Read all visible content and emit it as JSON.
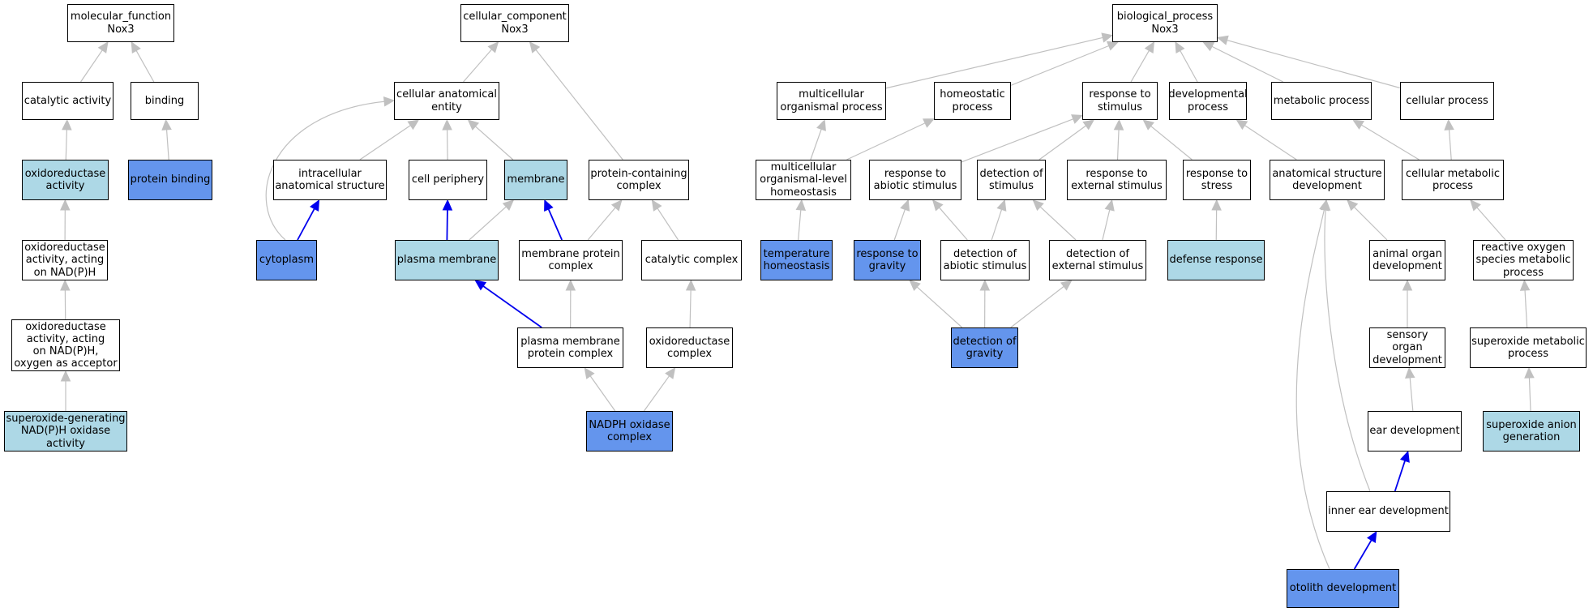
{
  "colors": {
    "default": "#ffffff",
    "light": "#add8e6",
    "blue": "#6495ed",
    "edge_gray": "#c0c0c0",
    "edge_blue": "#0000ee"
  },
  "nodes": [
    {
      "id": "mf",
      "label": "molecular_function\nNox3",
      "color": "default"
    },
    {
      "id": "catalytic",
      "label": "catalytic activity",
      "color": "default"
    },
    {
      "id": "binding",
      "label": "binding",
      "color": "default"
    },
    {
      "id": "oxred",
      "label": "oxidoreductase\nactivity",
      "color": "light"
    },
    {
      "id": "protbind",
      "label": "protein binding",
      "color": "blue"
    },
    {
      "id": "oxnadph",
      "label": "oxidoreductase\nactivity, acting\non NAD(P)H",
      "color": "default"
    },
    {
      "id": "oxnadph_o2",
      "label": "oxidoreductase\nactivity, acting\non NAD(P)H,\noxygen as acceptor",
      "color": "default"
    },
    {
      "id": "superoxgen",
      "label": "superoxide-generating\nNAD(P)H oxidase\nactivity",
      "color": "light"
    },
    {
      "id": "cc",
      "label": "cellular_component\nNox3",
      "color": "default"
    },
    {
      "id": "cae",
      "label": "cellular anatomical\nentity",
      "color": "default"
    },
    {
      "id": "intracell",
      "label": "intracellular\nanatomical structure",
      "color": "default"
    },
    {
      "id": "cellper",
      "label": "cell periphery",
      "color": "default"
    },
    {
      "id": "membrane",
      "label": "membrane",
      "color": "light"
    },
    {
      "id": "protcont",
      "label": "protein-containing\ncomplex",
      "color": "default"
    },
    {
      "id": "cytoplasm",
      "label": "cytoplasm",
      "color": "blue"
    },
    {
      "id": "plasmamem",
      "label": "plasma membrane",
      "color": "light"
    },
    {
      "id": "memprot",
      "label": "membrane protein\ncomplex",
      "color": "default"
    },
    {
      "id": "catcomplex",
      "label": "catalytic complex",
      "color": "default"
    },
    {
      "id": "pmprot",
      "label": "plasma membrane\nprotein complex",
      "color": "default"
    },
    {
      "id": "oxcomplex",
      "label": "oxidoreductase\ncomplex",
      "color": "default"
    },
    {
      "id": "nadph",
      "label": "NADPH oxidase\ncomplex",
      "color": "blue"
    },
    {
      "id": "bp",
      "label": "biological_process\nNox3",
      "color": "default"
    },
    {
      "id": "mcop",
      "label": "multicellular\norganismal process",
      "color": "default"
    },
    {
      "id": "homeo",
      "label": "homeostatic\nprocess",
      "color": "default"
    },
    {
      "id": "resp",
      "label": "response to\nstimulus",
      "color": "default"
    },
    {
      "id": "devproc",
      "label": "developmental\nprocess",
      "color": "default"
    },
    {
      "id": "metab",
      "label": "metabolic process",
      "color": "default"
    },
    {
      "id": "cellproc",
      "label": "cellular process",
      "color": "default"
    },
    {
      "id": "mcohomeo",
      "label": "multicellular\norganismal-level\nhomeostasis",
      "color": "default"
    },
    {
      "id": "abiotic",
      "label": "response to\nabiotic stimulus",
      "color": "default"
    },
    {
      "id": "detstim",
      "label": "detection of\nstimulus",
      "color": "default"
    },
    {
      "id": "extstim",
      "label": "response to\nexternal stimulus",
      "color": "default"
    },
    {
      "id": "stress",
      "label": "response to\nstress",
      "color": "default"
    },
    {
      "id": "asd",
      "label": "anatomical structure\ndevelopment",
      "color": "default"
    },
    {
      "id": "cmp",
      "label": "cellular metabolic\nprocess",
      "color": "default"
    },
    {
      "id": "temphomeo",
      "label": "temperature\nhomeostasis",
      "color": "blue"
    },
    {
      "id": "gravity",
      "label": "response to\ngravity",
      "color": "blue"
    },
    {
      "id": "detabiotic",
      "label": "detection of\nabiotic stimulus",
      "color": "default"
    },
    {
      "id": "detext",
      "label": "detection of\nexternal stimulus",
      "color": "default"
    },
    {
      "id": "defense",
      "label": "defense response",
      "color": "light"
    },
    {
      "id": "aod",
      "label": "animal organ\ndevelopment",
      "color": "default"
    },
    {
      "id": "ros",
      "label": "reactive oxygen\nspecies metabolic\nprocess",
      "color": "default"
    },
    {
      "id": "detgrav",
      "label": "detection of\ngravity",
      "color": "blue"
    },
    {
      "id": "sod",
      "label": "sensory organ\ndevelopment",
      "color": "default"
    },
    {
      "id": "superoxmet",
      "label": "superoxide metabolic\nprocess",
      "color": "default"
    },
    {
      "id": "eardev",
      "label": "ear development",
      "color": "default"
    },
    {
      "id": "superanion",
      "label": "superoxide anion\ngeneration",
      "color": "light"
    },
    {
      "id": "innerear",
      "label": "inner ear development",
      "color": "default"
    },
    {
      "id": "otolith",
      "label": "otolith development",
      "color": "blue"
    }
  ],
  "edges": [
    {
      "from": "catalytic",
      "to": "mf",
      "color": "gray"
    },
    {
      "from": "binding",
      "to": "mf",
      "color": "gray"
    },
    {
      "from": "oxred",
      "to": "catalytic",
      "color": "gray"
    },
    {
      "from": "protbind",
      "to": "binding",
      "color": "gray"
    },
    {
      "from": "oxnadph",
      "to": "oxred",
      "color": "gray"
    },
    {
      "from": "oxnadph_o2",
      "to": "oxnadph",
      "color": "gray"
    },
    {
      "from": "superoxgen",
      "to": "oxnadph_o2",
      "color": "gray"
    },
    {
      "from": "cae",
      "to": "cc",
      "color": "gray"
    },
    {
      "from": "protcont",
      "to": "cc",
      "color": "gray"
    },
    {
      "from": "intracell",
      "to": "cae",
      "color": "gray"
    },
    {
      "from": "cellper",
      "to": "cae",
      "color": "gray"
    },
    {
      "from": "membrane",
      "to": "cae",
      "color": "gray"
    },
    {
      "from": "cytoplasm",
      "to": "cae",
      "color": "gray"
    },
    {
      "from": "cytoplasm",
      "to": "intracell",
      "color": "blue"
    },
    {
      "from": "plasmamem",
      "to": "cellper",
      "color": "blue"
    },
    {
      "from": "plasmamem",
      "to": "membrane",
      "color": "gray"
    },
    {
      "from": "memprot",
      "to": "membrane",
      "color": "blue"
    },
    {
      "from": "memprot",
      "to": "protcont",
      "color": "gray"
    },
    {
      "from": "catcomplex",
      "to": "protcont",
      "color": "gray"
    },
    {
      "from": "pmprot",
      "to": "plasmamem",
      "color": "blue"
    },
    {
      "from": "pmprot",
      "to": "memprot",
      "color": "gray"
    },
    {
      "from": "oxcomplex",
      "to": "catcomplex",
      "color": "gray"
    },
    {
      "from": "nadph",
      "to": "pmprot",
      "color": "gray"
    },
    {
      "from": "nadph",
      "to": "oxcomplex",
      "color": "gray"
    },
    {
      "from": "mcop",
      "to": "bp",
      "color": "gray"
    },
    {
      "from": "homeo",
      "to": "bp",
      "color": "gray"
    },
    {
      "from": "resp",
      "to": "bp",
      "color": "gray"
    },
    {
      "from": "devproc",
      "to": "bp",
      "color": "gray"
    },
    {
      "from": "metab",
      "to": "bp",
      "color": "gray"
    },
    {
      "from": "cellproc",
      "to": "bp",
      "color": "gray"
    },
    {
      "from": "mcohomeo",
      "to": "mcop",
      "color": "gray"
    },
    {
      "from": "mcohomeo",
      "to": "homeo",
      "color": "gray"
    },
    {
      "from": "abiotic",
      "to": "resp",
      "color": "gray"
    },
    {
      "from": "detstim",
      "to": "resp",
      "color": "gray"
    },
    {
      "from": "extstim",
      "to": "resp",
      "color": "gray"
    },
    {
      "from": "stress",
      "to": "resp",
      "color": "gray"
    },
    {
      "from": "asd",
      "to": "devproc",
      "color": "gray"
    },
    {
      "from": "cmp",
      "to": "metab",
      "color": "gray"
    },
    {
      "from": "cmp",
      "to": "cellproc",
      "color": "gray"
    },
    {
      "from": "temphomeo",
      "to": "mcohomeo",
      "color": "gray"
    },
    {
      "from": "gravity",
      "to": "abiotic",
      "color": "gray"
    },
    {
      "from": "detabiotic",
      "to": "abiotic",
      "color": "gray"
    },
    {
      "from": "detabiotic",
      "to": "detstim",
      "color": "gray"
    },
    {
      "from": "detext",
      "to": "detstim",
      "color": "gray"
    },
    {
      "from": "detext",
      "to": "extstim",
      "color": "gray"
    },
    {
      "from": "defense",
      "to": "stress",
      "color": "gray"
    },
    {
      "from": "aod",
      "to": "asd",
      "color": "gray"
    },
    {
      "from": "ros",
      "to": "cmp",
      "color": "gray"
    },
    {
      "from": "detgrav",
      "to": "gravity",
      "color": "gray"
    },
    {
      "from": "detgrav",
      "to": "detabiotic",
      "color": "gray"
    },
    {
      "from": "detgrav",
      "to": "detext",
      "color": "gray"
    },
    {
      "from": "sod",
      "to": "aod",
      "color": "gray"
    },
    {
      "from": "superoxmet",
      "to": "ros",
      "color": "gray"
    },
    {
      "from": "eardev",
      "to": "sod",
      "color": "gray"
    },
    {
      "from": "superanion",
      "to": "superoxmet",
      "color": "gray"
    },
    {
      "from": "innerear",
      "to": "eardev",
      "color": "blue"
    },
    {
      "from": "innerear",
      "to": "asd",
      "color": "gray"
    },
    {
      "from": "otolith",
      "to": "innerear",
      "color": "blue"
    },
    {
      "from": "otolith",
      "to": "asd",
      "color": "gray"
    }
  ]
}
